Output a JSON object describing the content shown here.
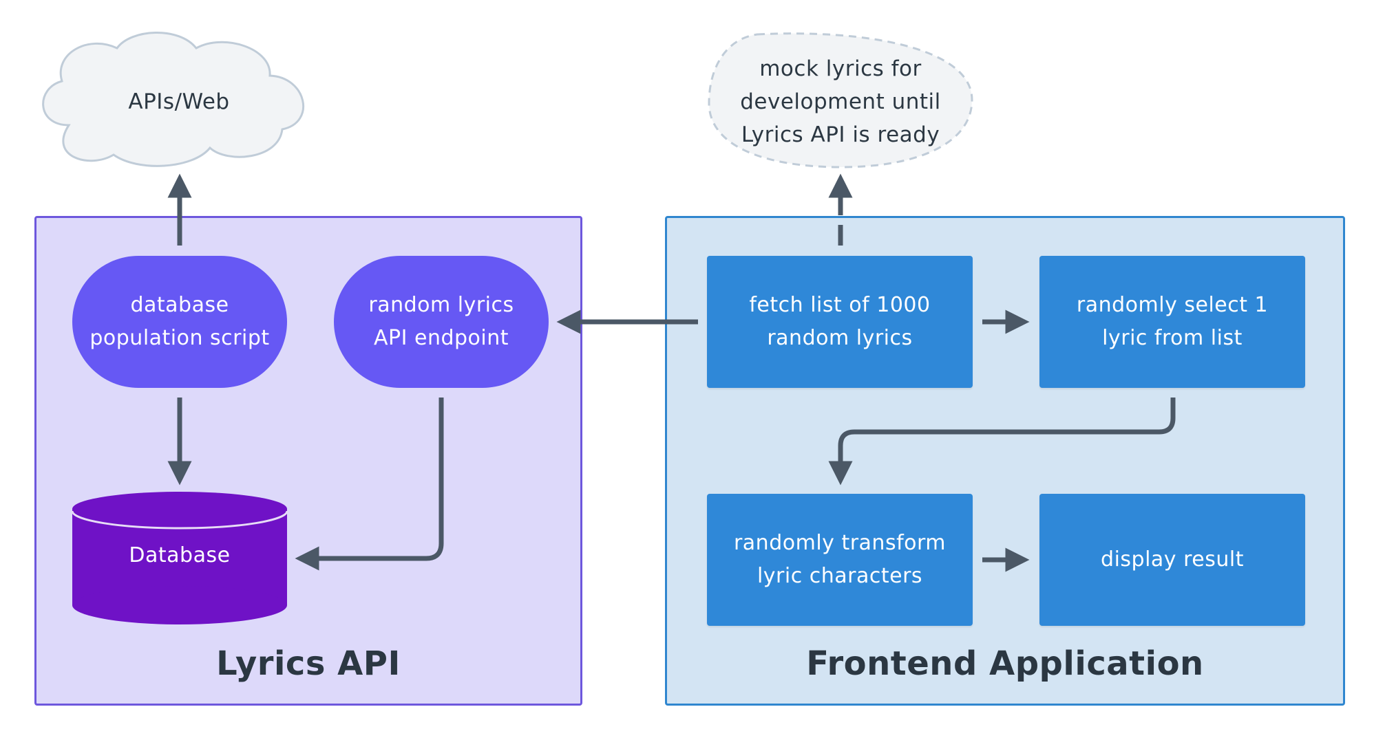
{
  "groups": {
    "lyrics_api": {
      "title": "Lyrics API"
    },
    "frontend": {
      "title": "Frontend Application"
    }
  },
  "clouds": {
    "apis_web": {
      "label": "APIs/Web"
    },
    "mock_lyrics": {
      "label": "mock lyrics for\ndevelopment until\nLyrics API is ready"
    }
  },
  "nodes": {
    "db_script": {
      "label": "database\npopulation script"
    },
    "random_endpoint": {
      "label": "random lyrics\nAPI endpoint"
    },
    "database": {
      "label": "Database"
    },
    "fetch_list": {
      "label": "fetch list of 1000\nrandom lyrics"
    },
    "select_one": {
      "label": "randomly select 1\nlyric from list"
    },
    "transform": {
      "label": "randomly transform\nlyric characters"
    },
    "display": {
      "label": "display result"
    }
  },
  "colors": {
    "api_group_fill": "#ddd9fa",
    "api_group_border": "#6d57dd",
    "frontend_group_fill": "#d3e4f3",
    "frontend_group_border": "#2f86cf",
    "pill_node": "#6658f4",
    "rect_node": "#2f88d8",
    "database": "#6f12c6",
    "connector": "#4b5866",
    "cloud_fill": "#f2f4f6"
  }
}
